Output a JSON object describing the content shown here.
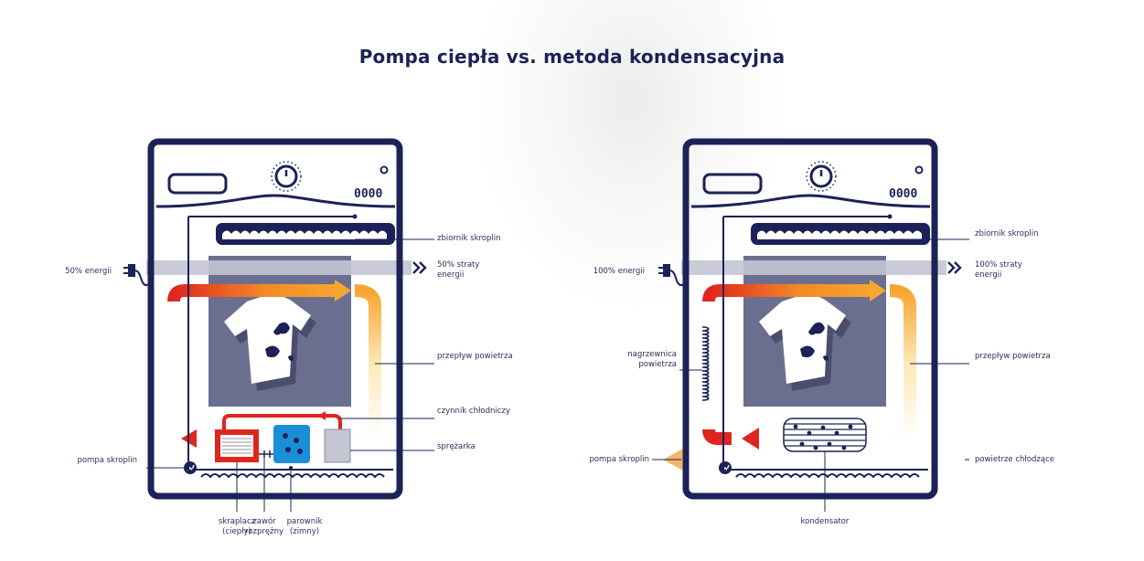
{
  "title": "Pompa ciepła vs. metoda kondensacyjna",
  "colors": {
    "navy": "#1c2257",
    "hot_red": "#e0251f",
    "warm_orange": "#f38a26",
    "warm_yellow": "#fbd15a",
    "cool_blue": "#39a6e6",
    "cold_blue": "#1a8fd8",
    "energy_band": "#c4c5d3",
    "window": "#6b6f8f",
    "condensate_orange": "#f6c07a"
  },
  "left_panel": {
    "dial_readout": "0000",
    "energy_in": "50% energii",
    "energy_loss": "50% straty\nenergii",
    "tank": "zbiornik skroplin",
    "airflow": "przepływ powietrza",
    "refrigerant": "czynnik chłodniczy",
    "compressor": "sprężarka",
    "pump": "pompa skroplin",
    "condenser": "skraplacz\n(ciepły)",
    "valve": "zawór\nrozprężny",
    "evaporator": "parownik\n(zimny)"
  },
  "right_panel": {
    "dial_readout": "0000",
    "energy_in": "100% energii",
    "energy_loss": "100% straty\nenergii",
    "tank": "zbiornik skroplin",
    "airflow": "przepływ powietrza",
    "heater": "nagrzewnica\npowietrza",
    "pump": "pompa skroplin",
    "cooling_air": "powietrze chłodzące",
    "condenser": "kondensator"
  }
}
